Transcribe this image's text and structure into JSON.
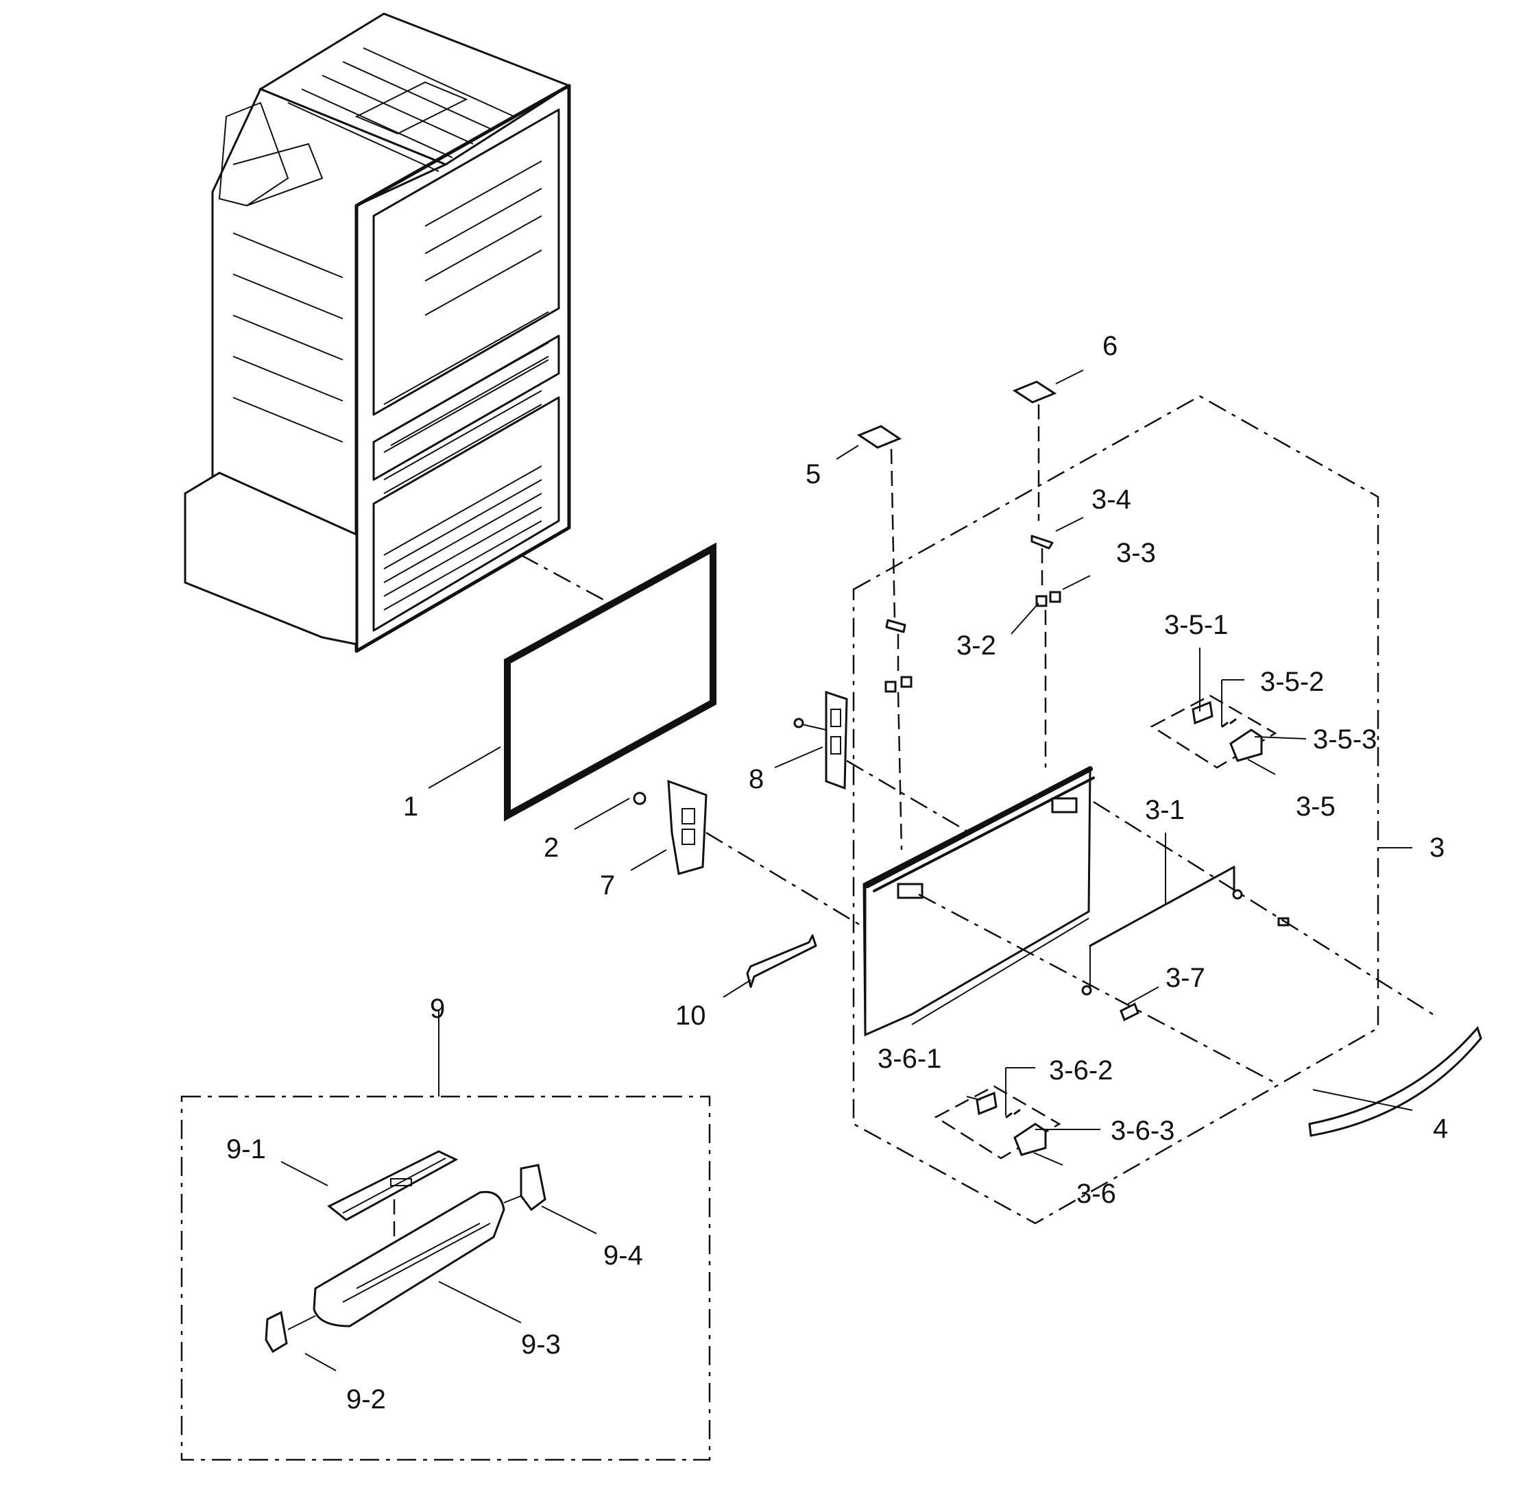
{
  "labels": {
    "l1": "1",
    "l2": "2",
    "l3": "3",
    "l3_1": "3-1",
    "l3_2": "3-2",
    "l3_3": "3-3",
    "l3_4": "3-4",
    "l3_5": "3-5",
    "l3_5_1": "3-5-1",
    "l3_5_2": "3-5-2",
    "l3_5_3": "3-5-3",
    "l3_6": "3-6",
    "l3_6_1": "3-6-1",
    "l3_6_2": "3-6-2",
    "l3_6_3": "3-6-3",
    "l3_7": "3-7",
    "l4": "4",
    "l5": "5",
    "l6": "6",
    "l7": "7",
    "l8": "8",
    "l9": "9",
    "l9_1": "9-1",
    "l9_2": "9-2",
    "l9_3": "9-3",
    "l9_4": "9-4",
    "l10": "10"
  }
}
